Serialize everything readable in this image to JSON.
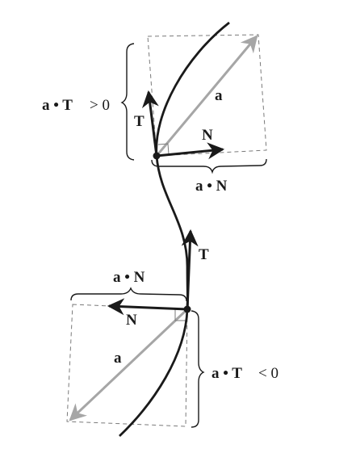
{
  "colors": {
    "curve": "#1a1a1a",
    "vector_dark": "#1a1a1a",
    "vector_accel": "#a6a6a6",
    "dashed_box": "#7a7a7a",
    "brace": "#1a1a1a"
  },
  "top": {
    "label_T": "T",
    "label_N": "N",
    "label_a": "a",
    "label_aN": "a • N",
    "label_aT_lhs": "a • T",
    "label_aT_rel": "> 0"
  },
  "bottom": {
    "label_T": "T",
    "label_N": "N",
    "label_a": "a",
    "label_aN": "a • N",
    "label_aT_lhs": "a • T",
    "label_aT_rel": "< 0"
  }
}
